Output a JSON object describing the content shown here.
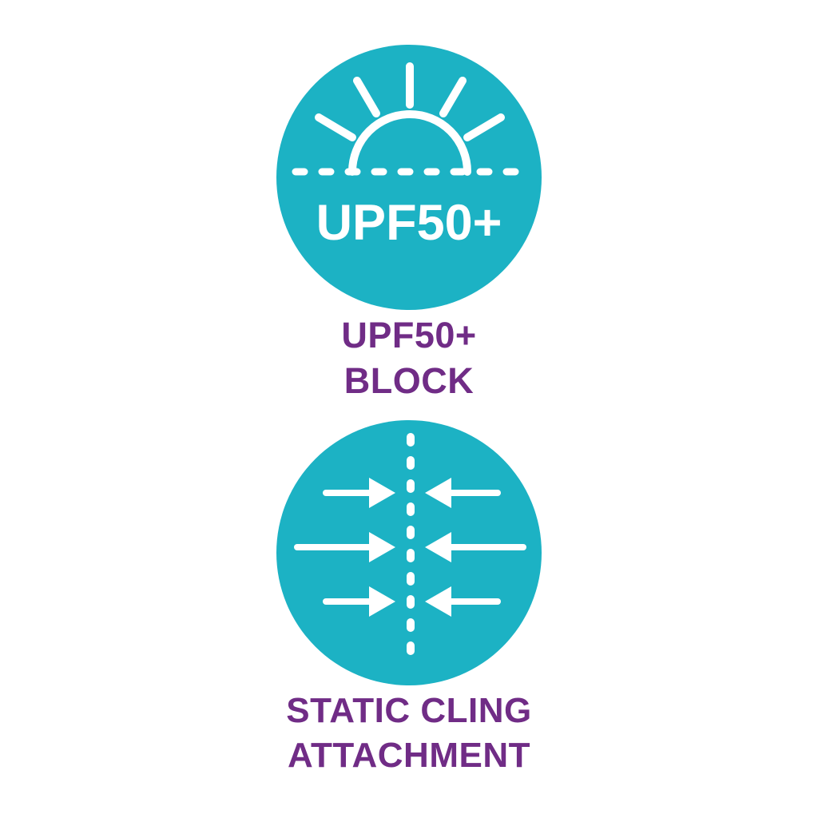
{
  "colors": {
    "teal": "#1CB2C4",
    "purple": "#702C86",
    "glyph": "#FFFFFF",
    "background": "#FFFFFF"
  },
  "badges": [
    {
      "icon": "sun-over-horizon-icon",
      "icon_text": "UPF50+",
      "label_line1": "UPF50+",
      "label_line2": "BLOCK"
    },
    {
      "icon": "static-cling-arrows-icon",
      "label_line1": "STATIC CLING",
      "label_line2": "ATTACHMENT"
    }
  ]
}
